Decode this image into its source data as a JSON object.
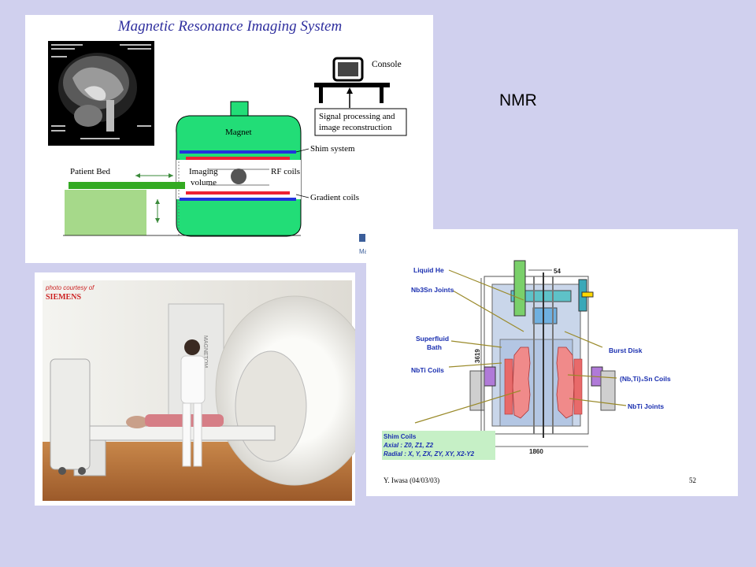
{
  "slide_label": "NMR",
  "mri_diagram": {
    "title": "Magnetic Resonance Imaging System",
    "console": "Console",
    "signal_line1": "Signal processing and",
    "signal_line2": "image reconstruction",
    "magnet": "Magnet",
    "shim_system": "Shim system",
    "imaging_line1": "Imaging",
    "imaging_line2": "volume",
    "rf_coils": "RF coils",
    "patient_bed": "Patient Bed",
    "gradient_coils": "Gradient coils",
    "corner_text": "Ma"
  },
  "photo": {
    "courtesy": "photo courtesy of",
    "brand": "SIEMENS",
    "machine_label": "MAGNETOM"
  },
  "cross_section": {
    "liquid_he": "Liquid He",
    "nb3sn_joints": "Nb3Sn Joints",
    "superfluid_line1": "Superfluid",
    "superfluid_line2": "Bath",
    "nbti_coils": "NbTi Coils",
    "burst_disk": "Burst Disk",
    "nbti3sn_coils": "(Nb,Ti)₃Sn Coils",
    "nbti_joints": "NbTi Joints",
    "dim_top": "54",
    "dim_height": "3619",
    "dim_width": "1860",
    "shim_title": "Shim Coils",
    "shim_axial": "Axial  :  Z0, Z1, Z2",
    "shim_radial": "Radial  :  X, Y, ZX, ZY, XY, X2-Y2",
    "author": "Y. Iwasa (04/03/03)",
    "page_number": "52"
  }
}
